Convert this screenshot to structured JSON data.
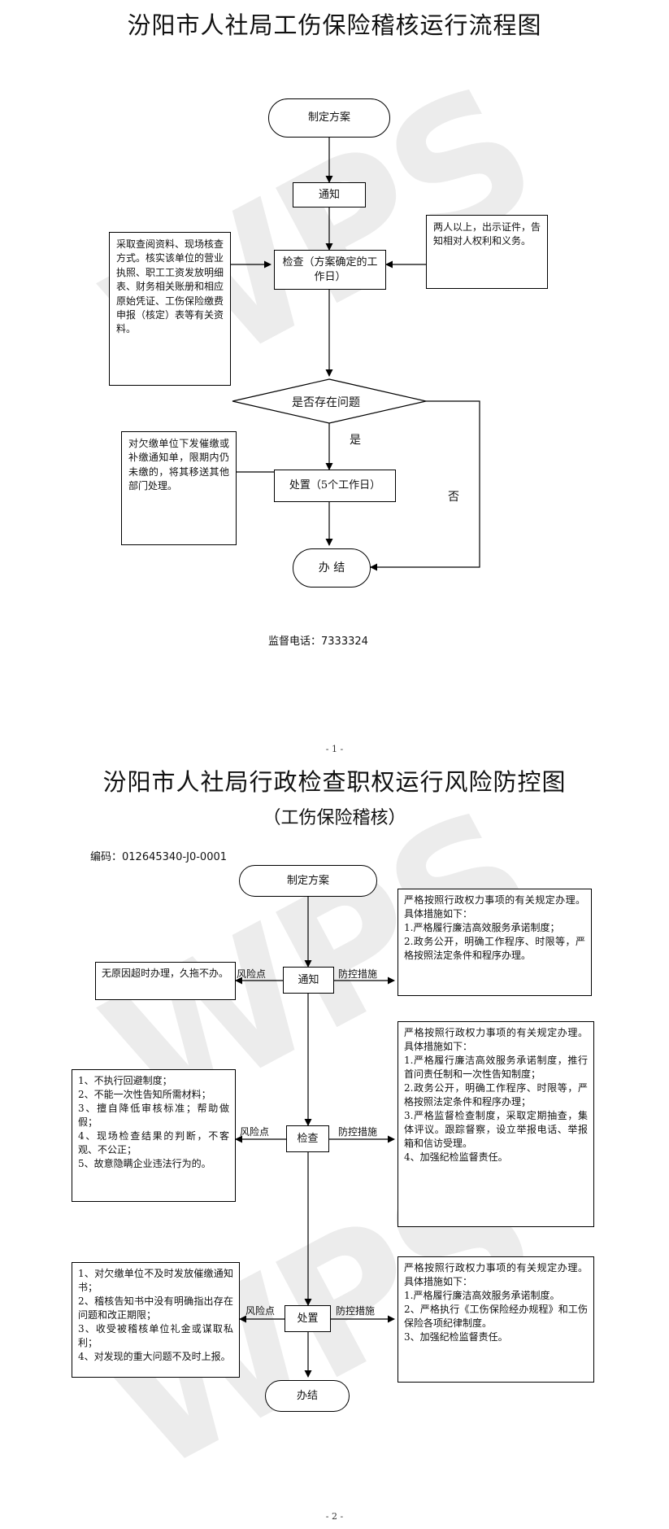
{
  "page1": {
    "title": "汾阳市人社局工伤保险稽核运行流程图",
    "nodes": {
      "plan": "制定方案",
      "notify": "通知",
      "inspect": "检查（方案确定的工作日）",
      "decision": "是否存在问题",
      "handle": "处置（5个工作日）",
      "finish": "办  结"
    },
    "notes": {
      "left_inspect": "采取查阅资料、现场核查方式。核实该单位的营业执照、职工工资发放明细表、财务相关账册和相应原始凭证、工伤保险缴费申报（核定）表等有关资料。",
      "right_inspect": "两人以上，出示证件，告知相对人权利和义务。",
      "left_handle": "对欠缴单位下发催缴或补缴通知单，限期内仍未缴的，将其移送其他部门处理。"
    },
    "labels": {
      "yes": "是",
      "no": "否"
    },
    "supervision": "监督电话：7333324",
    "page_number": "- 1 -"
  },
  "page2": {
    "title": "汾阳市人社局行政检查职权运行风险防控图",
    "subtitle": "（工伤保险稽核）",
    "code": "编码：012645340-J0-0001",
    "nodes": {
      "plan": "制定方案",
      "notify": "通知",
      "inspect": "检查",
      "handle": "处置",
      "finish": "办结"
    },
    "labels": {
      "risk": "风险点",
      "control": "防控措施"
    },
    "risks": {
      "notify": "无原因超时办理，久拖不办。",
      "inspect": "1、不执行回避制度；\n2、不能一次性告知所需材料；\n3、擅自降低审核标准；帮助做假；\n4、现场检查结果的判断，不客观、不公正；\n5、故意隐瞒企业违法行为的。",
      "handle": "1、对欠缴单位不及时发放催缴通知书；\n2、稽核告知书中没有明确指出存在问题和改正期限；\n3、收受被稽核单位礼金或谋取私利；\n4、对发现的重大问题不及时上报。"
    },
    "controls": {
      "notify": "严格按照行政权力事项的有关规定办理。具体措施如下：\n1.严格履行廉洁高效服务承诺制度；\n2.政务公开，明确工作程序、时限等，严格按照法定条件和程序办理。",
      "inspect": "严格按照行政权力事项的有关规定办理。具体措施如下：\n1.严格履行廉洁高效服务承诺制度，推行首问责任制和一次性告知制度；\n2.政务公开，明确工作程序、时限等，严格按照法定条件和程序办理；\n3.严格监督检查制度，采取定期抽查，集体评议。跟踪督察，设立举报电话、举报箱和信访受理。\n4、加强纪检监督责任。",
      "handle": "严格按照行政权力事项的有关规定办理。具体措施如下：\n1.严格履行廉洁高效服务承诺制度。\n2、严格执行《工伤保险经办规程》和工伤保险各项纪律制度。\n3、加强纪检监督责任。"
    },
    "page_number": "- 2 -"
  }
}
